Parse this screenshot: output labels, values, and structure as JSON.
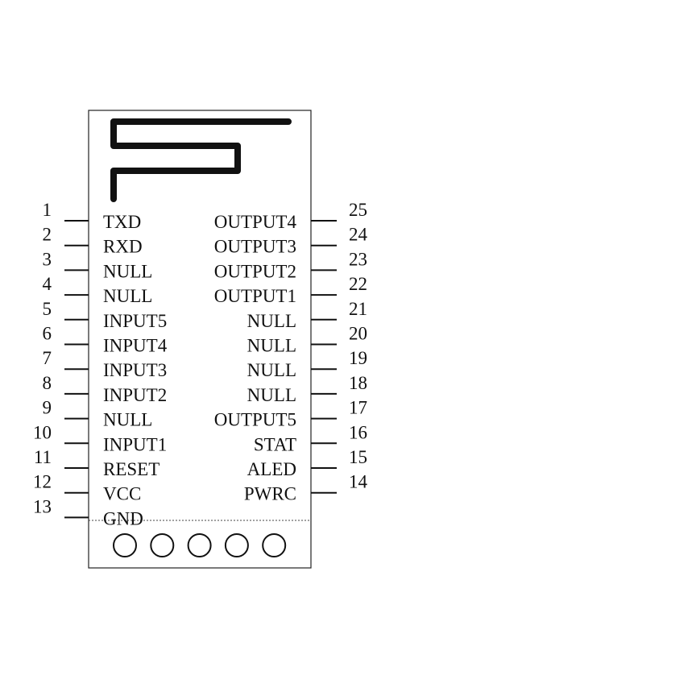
{
  "module": {
    "left_pins": [
      {
        "number": "1",
        "label": "TXD"
      },
      {
        "number": "2",
        "label": "RXD"
      },
      {
        "number": "3",
        "label": "NULL"
      },
      {
        "number": "4",
        "label": "NULL"
      },
      {
        "number": "5",
        "label": "INPUT5"
      },
      {
        "number": "6",
        "label": "INPUT4"
      },
      {
        "number": "7",
        "label": "INPUT3"
      },
      {
        "number": "8",
        "label": "INPUT2"
      },
      {
        "number": "9",
        "label": "NULL"
      },
      {
        "number": "10",
        "label": "INPUT1"
      },
      {
        "number": "11",
        "label": "RESET"
      },
      {
        "number": "12",
        "label": "VCC"
      },
      {
        "number": "13",
        "label": "GND"
      }
    ],
    "right_pins": [
      {
        "number": "25",
        "label": "OUTPUT4"
      },
      {
        "number": "24",
        "label": "OUTPUT3"
      },
      {
        "number": "23",
        "label": "OUTPUT2"
      },
      {
        "number": "22",
        "label": "OUTPUT1"
      },
      {
        "number": "21",
        "label": "NULL"
      },
      {
        "number": "20",
        "label": "NULL"
      },
      {
        "number": "19",
        "label": "NULL"
      },
      {
        "number": "18",
        "label": "NULL"
      },
      {
        "number": "17",
        "label": "OUTPUT5"
      },
      {
        "number": "16",
        "label": "STAT"
      },
      {
        "number": "15",
        "label": "ALED"
      },
      {
        "number": "14",
        "label": "PWRC"
      }
    ],
    "bottom_pad_count": 5
  }
}
